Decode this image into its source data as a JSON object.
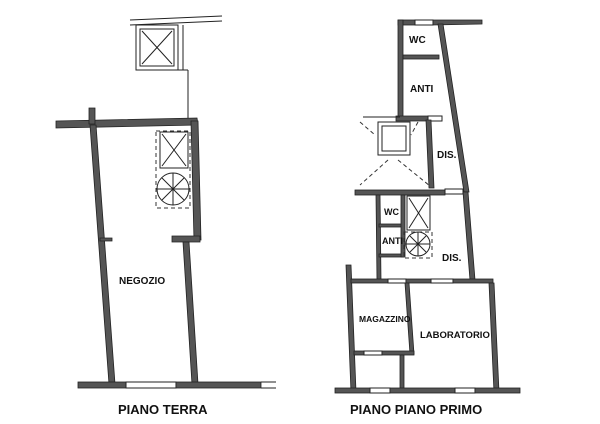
{
  "ground_floor": {
    "title": "PIANO TERRA",
    "rooms": {
      "shop": "NEGOZIO"
    }
  },
  "first_floor": {
    "title": "PIANO PIANO PRIMO",
    "rooms": {
      "wc_top": "WC",
      "anti_top": "ANTI",
      "dis_top": "DIS.",
      "wc_mid": "WC",
      "anti_mid": "ANTI",
      "dis_mid": "DIS.",
      "storage": "MAGAZZINO",
      "workshop": "LABORATORIO"
    }
  },
  "colors": {
    "wall": "#555555",
    "line": "#222222",
    "background": "#ffffff"
  }
}
